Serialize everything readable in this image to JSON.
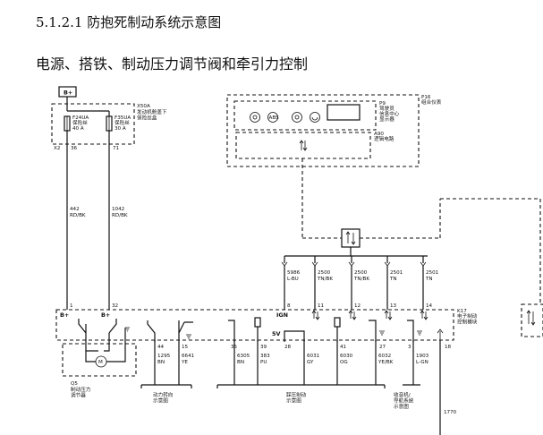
{
  "page": {
    "section_title": "5.1.2.1 防抱死制动系统示意图",
    "subtitle": "电源、搭铁、制动压力调节阀和牵引力控制"
  },
  "diagram": {
    "battery": "B+",
    "fuse_block": {
      "id": "X50A",
      "name": "发动机舱盖下\n保险丝盒"
    },
    "fuses": [
      {
        "id": "F24UA",
        "type": "保险丝",
        "rating": "40 A"
      },
      {
        "id": "F35UA",
        "type": "保险丝",
        "rating": "30 A"
      }
    ],
    "fuse_pins": [
      "X2",
      "36",
      "71"
    ],
    "feed_wires": [
      {
        "circuit": "442",
        "color": "RD/BK"
      },
      {
        "circuit": "1042",
        "color": "RD/BK"
      }
    ],
    "cluster": {
      "id": "P16",
      "name": "组合仪表"
    },
    "dic": {
      "id": "P9",
      "name": "驾驶员\n信息中心\n显示器"
    },
    "logic": {
      "id": "A90",
      "name": "逻辑电路"
    },
    "bus_wires": [
      {
        "circuit": "5986",
        "color": "L-BU"
      },
      {
        "circuit": "2500",
        "color": "TN/BK"
      },
      {
        "circuit": "2500",
        "color": "TN/BK"
      },
      {
        "circuit": "2501",
        "color": "TN"
      },
      {
        "circuit": "2501",
        "color": "TN"
      }
    ],
    "module": {
      "id": "K17",
      "name": "电子制动\n控制模块"
    },
    "module_pins": {
      "p1": "1",
      "p32": "32",
      "p8": "8",
      "p11": "11",
      "p12": "12",
      "p13": "13",
      "p14": "14"
    },
    "module_labels": {
      "bp1": "B+",
      "bp2": "B+",
      "ign": "IGN",
      "v5": "5V"
    },
    "bottom_pins": [
      "44",
      "15",
      "35",
      "39",
      "28",
      "41",
      "27",
      "3",
      "18"
    ],
    "bottom_wires": [
      {
        "circuit": "1295",
        "color": "BN"
      },
      {
        "circuit": "6641",
        "color": "YE"
      },
      {
        "circuit": "6305",
        "color": "BN"
      },
      {
        "circuit": "383",
        "color": "PU"
      },
      {
        "circuit": "6031",
        "color": "GY"
      },
      {
        "circuit": "6030",
        "color": "OG"
      },
      {
        "circuit": "6032",
        "color": "YE/BK"
      },
      {
        "circuit": "1903",
        "color": "L-GN"
      }
    ],
    "regulator": {
      "id": "Q5",
      "name": "制动压力\n调节器"
    },
    "motor": "M",
    "refs": [
      "动力转向\n示意图",
      "踩压制动\n示意图",
      "收音机/\n导航系统\n示意图"
    ],
    "cut_circuit": "1770"
  }
}
